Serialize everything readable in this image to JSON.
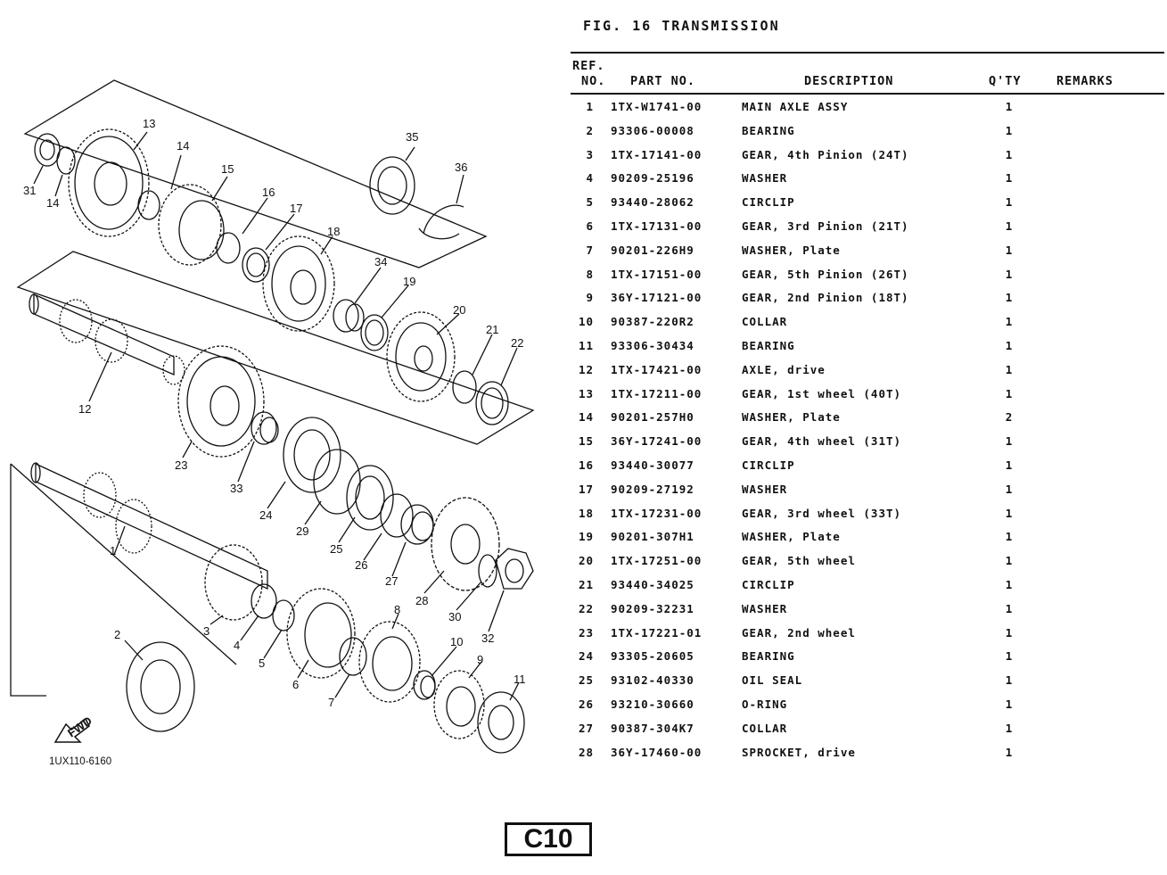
{
  "figure": {
    "title": "FIG. 16   TRANSMISSION",
    "diagram_code": "1UX110-6160",
    "fwd_label": "FWD",
    "page_code": "C10"
  },
  "table": {
    "headers": {
      "ref_line1": "REF.",
      "ref_line2": "NO.",
      "part_no": "PART NO.",
      "description": "DESCRIPTION",
      "qty": "Q'TY",
      "remarks": "REMARKS"
    },
    "rows": [
      {
        "ref": "1",
        "part": "1TX-W1741-00",
        "desc": "MAIN AXLE ASSY",
        "qty": "1"
      },
      {
        "ref": "2",
        "part": "93306-00008",
        "desc": "BEARING",
        "qty": "1"
      },
      {
        "ref": "3",
        "part": "1TX-17141-00",
        "desc": "GEAR, 4th Pinion (24T)",
        "qty": "1"
      },
      {
        "ref": "4",
        "part": "90209-25196",
        "desc": "WASHER",
        "qty": "1"
      },
      {
        "ref": "5",
        "part": "93440-28062",
        "desc": "CIRCLIP",
        "qty": "1"
      },
      {
        "ref": "6",
        "part": "1TX-17131-00",
        "desc": "GEAR, 3rd Pinion (21T)",
        "qty": "1"
      },
      {
        "ref": "7",
        "part": "90201-226H9",
        "desc": "WASHER, Plate",
        "qty": "1"
      },
      {
        "ref": "8",
        "part": "1TX-17151-00",
        "desc": "GEAR, 5th Pinion (26T)",
        "qty": "1"
      },
      {
        "ref": "9",
        "part": "36Y-17121-00",
        "desc": "GEAR, 2nd Pinion (18T)",
        "qty": "1"
      },
      {
        "ref": "10",
        "part": "90387-220R2",
        "desc": "COLLAR",
        "qty": "1"
      },
      {
        "ref": "11",
        "part": "93306-30434",
        "desc": "BEARING",
        "qty": "1"
      },
      {
        "ref": "12",
        "part": "1TX-17421-00",
        "desc": "AXLE, drive",
        "qty": "1"
      },
      {
        "ref": "13",
        "part": "1TX-17211-00",
        "desc": "GEAR, 1st wheel (40T)",
        "qty": "1"
      },
      {
        "ref": "14",
        "part": "90201-257H0",
        "desc": "WASHER, Plate",
        "qty": "2"
      },
      {
        "ref": "15",
        "part": "36Y-17241-00",
        "desc": "GEAR, 4th wheel (31T)",
        "qty": "1"
      },
      {
        "ref": "16",
        "part": "93440-30077",
        "desc": "CIRCLIP",
        "qty": "1"
      },
      {
        "ref": "17",
        "part": "90209-27192",
        "desc": "WASHER",
        "qty": "1"
      },
      {
        "ref": "18",
        "part": "1TX-17231-00",
        "desc": "GEAR, 3rd wheel (33T)",
        "qty": "1"
      },
      {
        "ref": "19",
        "part": "90201-307H1",
        "desc": "WASHER, Plate",
        "qty": "1"
      },
      {
        "ref": "20",
        "part": "1TX-17251-00",
        "desc": "GEAR, 5th wheel",
        "qty": "1"
      },
      {
        "ref": "21",
        "part": "93440-34025",
        "desc": "CIRCLIP",
        "qty": "1"
      },
      {
        "ref": "22",
        "part": "90209-32231",
        "desc": "WASHER",
        "qty": "1"
      },
      {
        "ref": "23",
        "part": "1TX-17221-01",
        "desc": "GEAR, 2nd wheel",
        "qty": "1"
      },
      {
        "ref": "24",
        "part": "93305-20605",
        "desc": "BEARING",
        "qty": "1"
      },
      {
        "ref": "25",
        "part": "93102-40330",
        "desc": "OIL SEAL",
        "qty": "1"
      },
      {
        "ref": "26",
        "part": "93210-30660",
        "desc": "O-RING",
        "qty": "1"
      },
      {
        "ref": "27",
        "part": "90387-304K7",
        "desc": "COLLAR",
        "qty": "1"
      },
      {
        "ref": "28",
        "part": "36Y-17460-00",
        "desc": "SPROCKET, drive",
        "qty": "1"
      }
    ]
  },
  "callouts": [
    "1",
    "2",
    "3",
    "4",
    "5",
    "6",
    "7",
    "8",
    "9",
    "10",
    "11",
    "12",
    "13",
    "14",
    "14",
    "15",
    "16",
    "17",
    "18",
    "19",
    "20",
    "21",
    "22",
    "23",
    "24",
    "25",
    "26",
    "27",
    "28",
    "29",
    "30",
    "31",
    "32",
    "33",
    "34",
    "35",
    "36"
  ]
}
